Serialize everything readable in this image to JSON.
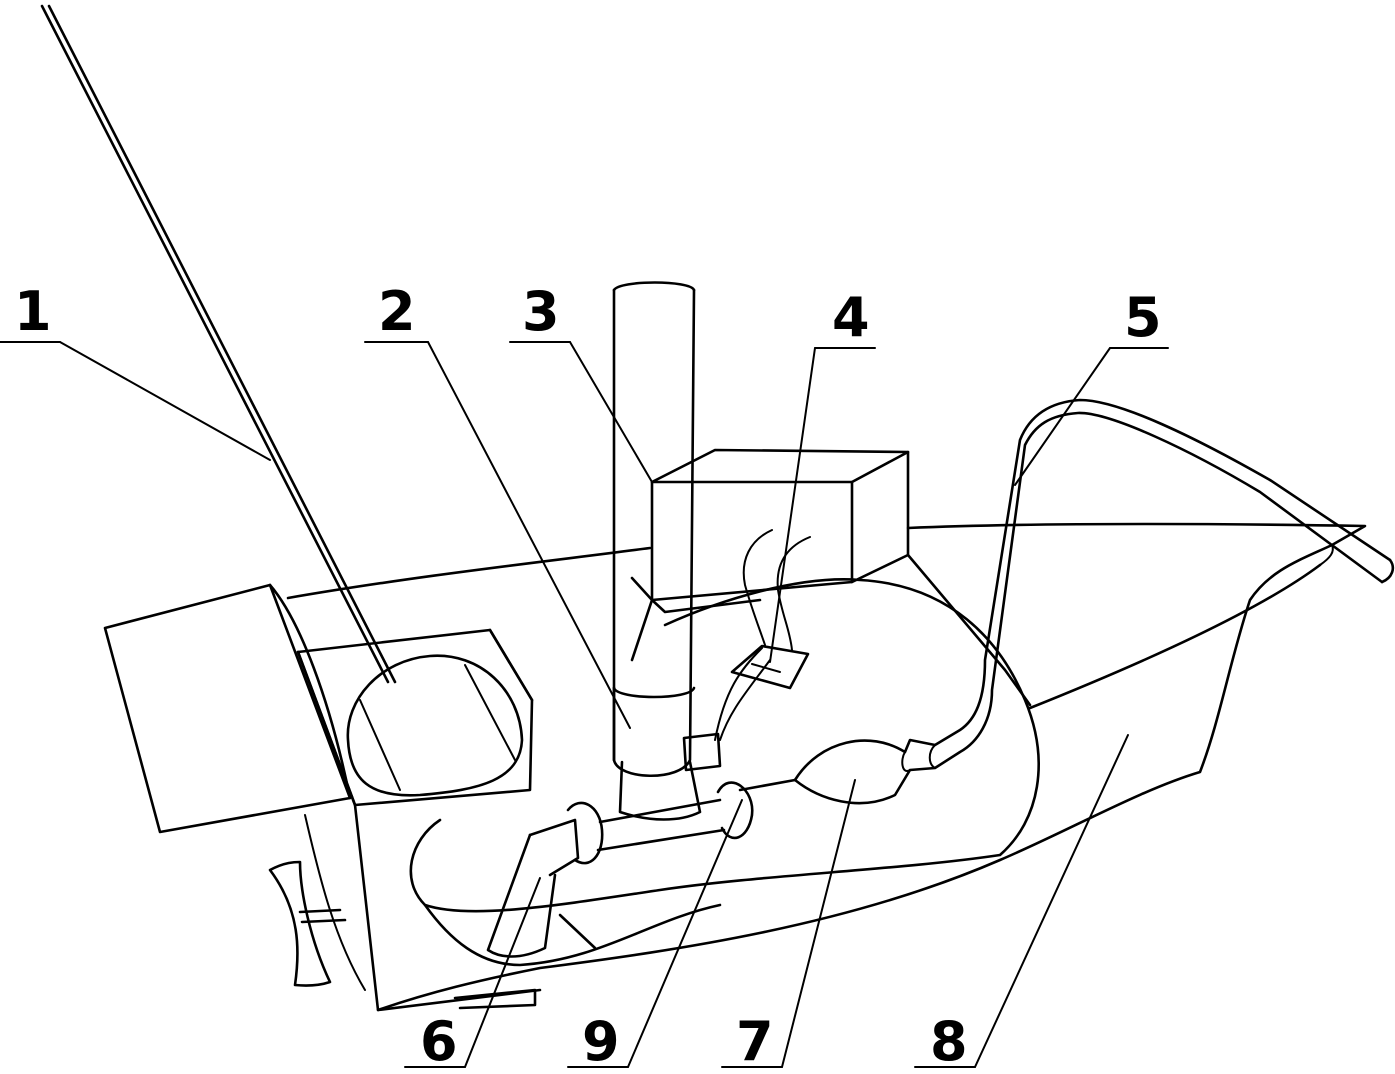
{
  "figure": {
    "labels": [
      {
        "id": "l1",
        "text": "1"
      },
      {
        "id": "l2",
        "text": "2"
      },
      {
        "id": "l3",
        "text": "3"
      },
      {
        "id": "l4",
        "text": "4"
      },
      {
        "id": "l5",
        "text": "5"
      },
      {
        "id": "l6",
        "text": "6"
      },
      {
        "id": "l7",
        "text": "7"
      },
      {
        "id": "l8",
        "text": "8"
      },
      {
        "id": "l9",
        "text": "9"
      }
    ]
  }
}
